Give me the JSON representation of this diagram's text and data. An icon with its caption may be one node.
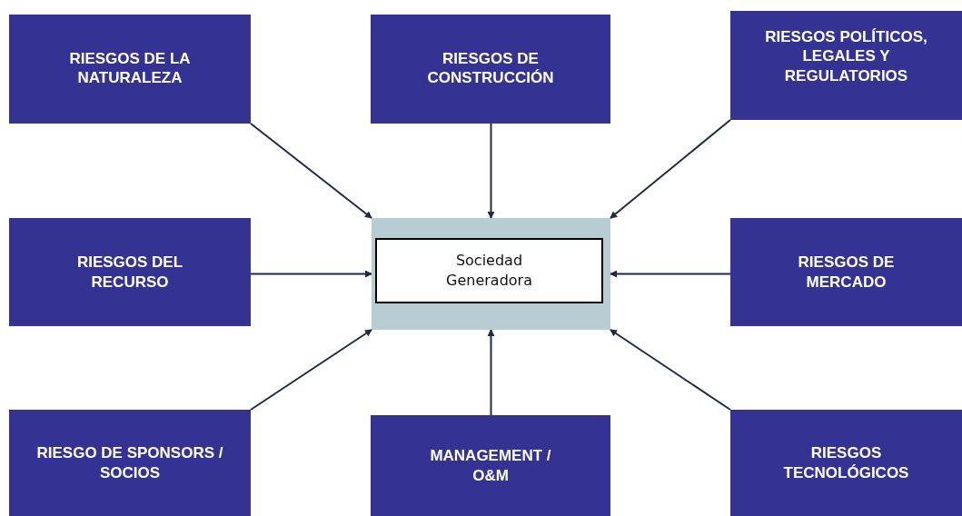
{
  "diagram": {
    "nodes": [
      {
        "text": [],
        "shape": "box"
      },
      {
        "text": [
          "Sociedad Generadora"
        ],
        "in": 0
      },
      {
        "text": [
          "RIESGOS DE LA NATURALEZA"
        ]
      },
      {
        "text": [
          "RIESGOS DE CONSTRUCCIÓN"
        ]
      },
      {
        "text": [
          "RIESGOS POLÍTICOS, LEGALES Y REGULATORIOS"
        ]
      },
      {
        "text": [
          "RIESGOS DEL RECURSO"
        ]
      },
      {
        "text": [
          "RIESGOS DE MERCADO"
        ]
      },
      {
        "text": [
          "RIESGO DE SPONSORS / SOCIOS"
        ]
      },
      {
        "text": [
          "MANAGEMENT / O&M"
        ]
      },
      {
        "text": [
          "RIESGOS TECNOLÓGICOS"
        ]
      }
    ],
    "edges": [
      {
        "from": 2,
        "to": 0,
        "arrow": "to"
      },
      {
        "from": 3,
        "to": 0,
        "arrow": "to"
      },
      {
        "from": 4,
        "to": 0,
        "arrow": "to"
      },
      {
        "from": 5,
        "to": 0,
        "arrow": "to"
      },
      {
        "from": 6,
        "to": 0,
        "arrow": "to"
      },
      {
        "from": 7,
        "to": 0,
        "arrow": "to"
      },
      {
        "from": 8,
        "to": 0,
        "arrow": "to"
      },
      {
        "from": 9,
        "to": 0,
        "arrow": "to"
      }
    ]
  }
}
